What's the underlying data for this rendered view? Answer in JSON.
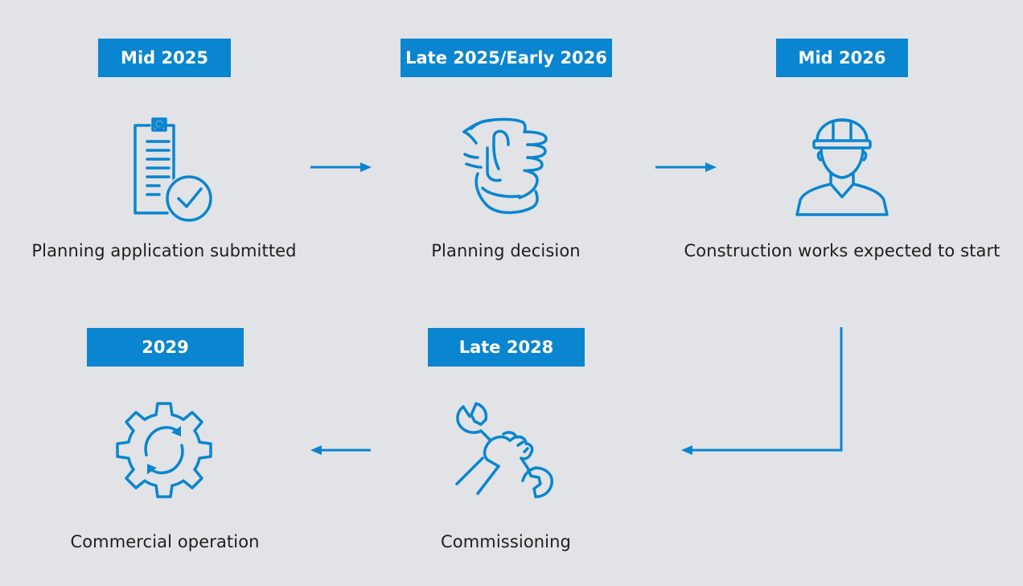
{
  "colors": {
    "background": "#e1e3e6",
    "accent": "#0a85cf",
    "text": "#1e1e1e"
  },
  "steps": [
    {
      "date": "Mid 2025",
      "label": "Planning application submitted",
      "icon": "clipboard-check-icon"
    },
    {
      "date": "Late 2025/Early 2026",
      "label": "Planning decision",
      "icon": "fist-icon"
    },
    {
      "date": "Mid 2026",
      "label": "Construction works expected to start",
      "icon": "construction-worker-icon"
    },
    {
      "date": "Late 2028",
      "label": "Commissioning",
      "icon": "hand-wrench-icon"
    },
    {
      "date": "2029",
      "label": "Commercial operation",
      "icon": "gear-cycle-icon"
    }
  ]
}
